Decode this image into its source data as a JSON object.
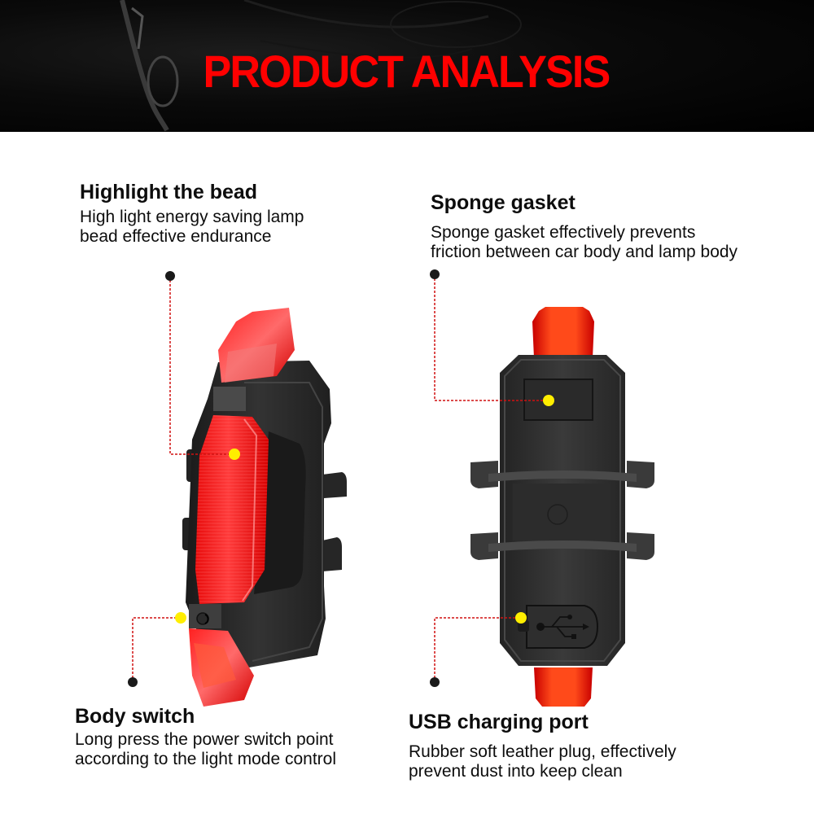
{
  "header": {
    "title": "PRODUCT ANALYSIS",
    "title_color": "#ff0000",
    "background_color": "#000000"
  },
  "features": [
    {
      "id": "highlight-bead",
      "title": "Highlight the bead",
      "description_line1": "High light energy saving lamp",
      "description_line2": "bead effective endurance"
    },
    {
      "id": "sponge-gasket",
      "title": "Sponge gasket",
      "description_line1": "Sponge gasket effectively prevents",
      "description_line2": "friction between car body and lamp body"
    },
    {
      "id": "body-switch",
      "title": "Body switch",
      "description_line1": "Long press the power switch point",
      "description_line2": "according to the light mode control"
    },
    {
      "id": "usb-charging-port",
      "title": "USB charging port",
      "description_line1": "Rubber soft leather plug, effectively",
      "description_line2": "prevent dust into keep clean"
    }
  ],
  "colors": {
    "callout_line": "#d01010",
    "callout_anchor_dot": "#1a1a1a",
    "callout_target_dot": "#ffee00",
    "lamp_red": "#ff1a1a",
    "lamp_body": "#2b2b2b"
  },
  "icons": {
    "usb_symbol": "usb-icon"
  }
}
